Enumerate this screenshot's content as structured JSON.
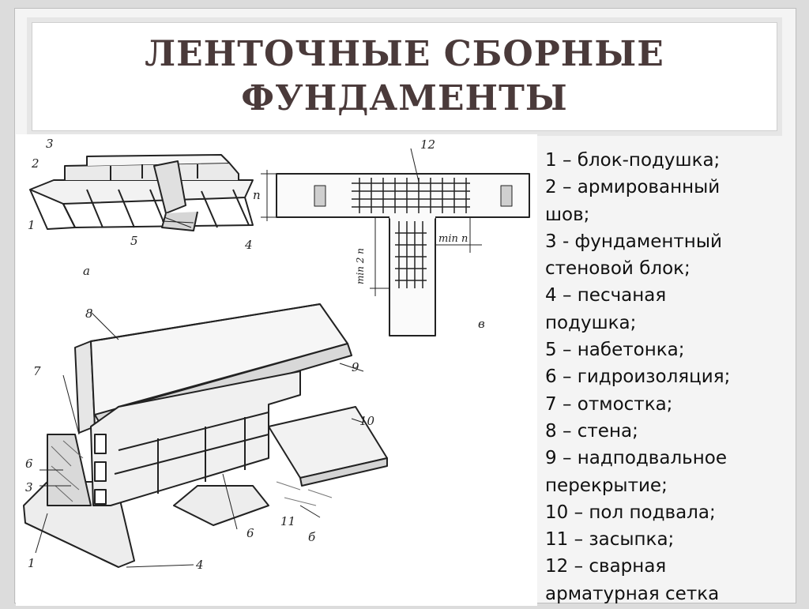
{
  "slide": {
    "title_line1": "ЛЕНТОЧНЫЕ СБОРНЫЕ",
    "title_line2": "ФУНДАМЕНТЫ"
  },
  "legend": [
    "1 – блок-подушка;",
    "2 – армированный",
    "шов;",
    "3 - фундаментный",
    "стеновой блок;",
    "4 – песчаная",
    "подушка;",
    "5 – набетонка;",
    "6 – гидроизоляция;",
    "7 – отмостка;",
    "8 – стена;",
    "9 – надподвальное",
    "перекрытие;",
    "10 – пол подвала;",
    "11 – засыпка;",
    "12 – сварная",
    "арматурная сетка"
  ],
  "drawing": {
    "labels": {
      "n1": "1",
      "n2": "2",
      "n3": "3",
      "n4": "4",
      "n5": "5",
      "n6": "6",
      "n7": "7",
      "n8": "8",
      "n9": "9",
      "n10": "10",
      "n11": "11",
      "n12": "12",
      "n1b": "1",
      "n3b": "3",
      "n4b": "4",
      "n6b": "6",
      "sub_a": "а",
      "sub_b": "б",
      "sub_v": "в",
      "dim_n": "n",
      "dim_min2n": "min 2 n",
      "dim_minn": "min n"
    }
  }
}
